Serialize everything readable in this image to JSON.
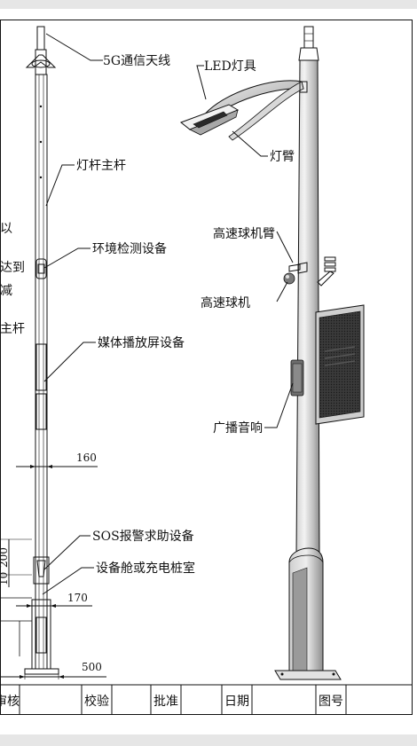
{
  "labels": {
    "antenna_5g": "5G通信天线",
    "led_lamp": "LED灯具",
    "lamp_arm": "灯臂",
    "main_pole": "灯杆主杆",
    "dome_camera_arm": "高速球机臂",
    "env_monitor": "环境检测设备",
    "dome_camera": "高速球机",
    "media_screen": "媒体播放屏设备",
    "broadcast_speaker": "广播音响",
    "sos_device": "SOS报警求助设备",
    "equipment_cabin": "设备舱或充电桩室"
  },
  "left_fragments": {
    "frag_yi": "以",
    "frag_dadao": "达到",
    "frag_jian": "减",
    "frag_zhugan": "主杆"
  },
  "dimensions": {
    "d160": "160",
    "d170": "170",
    "d500": "500",
    "d_vertical": "200",
    "d_vertical_small": "10"
  },
  "title_block": {
    "review": "审核",
    "check": "校验",
    "approve": "批准",
    "date": "日期",
    "drawing_no": "图号"
  },
  "colors": {
    "page_bg": "#e6e6e6",
    "sheet_bg": "#ffffff",
    "line": "#111111",
    "pole_light": "#ececec",
    "pole_mid": "#c9c9c9",
    "pole_dark": "#8a8a8a",
    "screen_dark": "#2a2a2a"
  }
}
